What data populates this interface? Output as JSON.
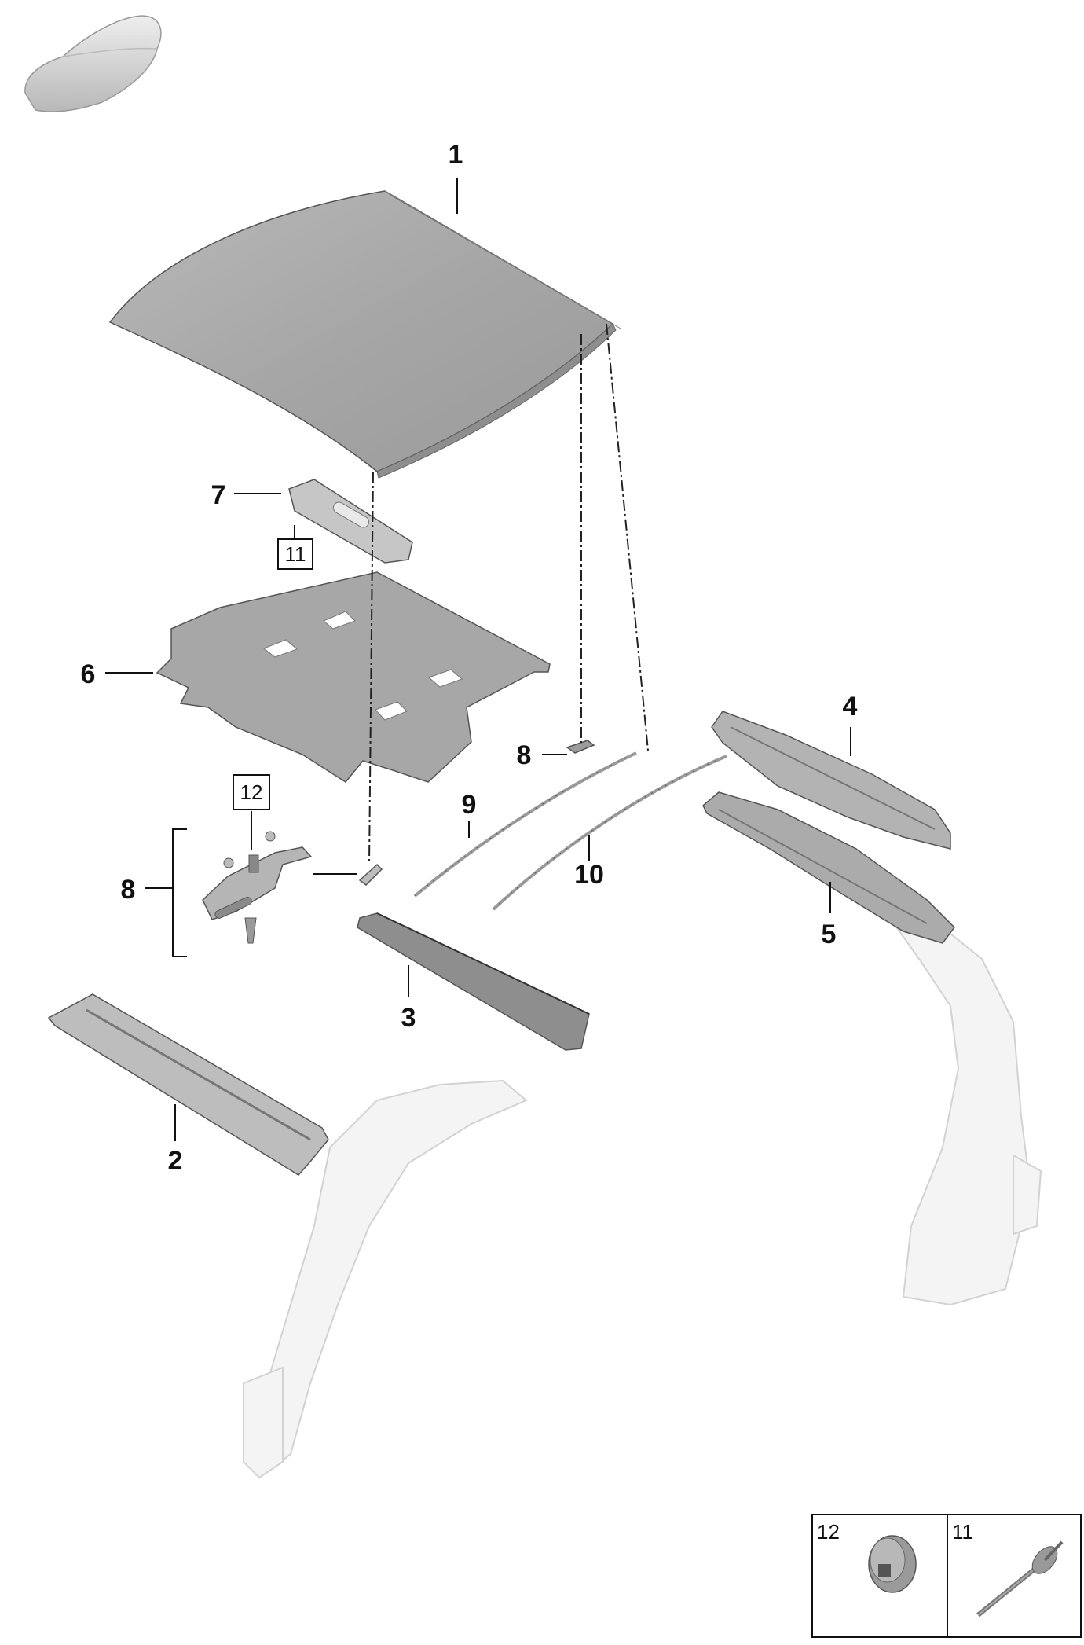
{
  "callouts": {
    "c1": "1",
    "c2": "2",
    "c3": "3",
    "c4": "4",
    "c5": "5",
    "c6": "6",
    "c7": "7",
    "c8a": "8",
    "c8b": "8",
    "c9": "9",
    "c10": "10"
  },
  "ref_boxes": {
    "b11": "11",
    "b12": "12"
  },
  "legend": {
    "l12": "12",
    "l11": "11"
  },
  "icons": [
    "car-thumbnail-icon",
    "nut-icon",
    "rivet-icon"
  ],
  "colors": {
    "part_fill": "#a9a9a9",
    "part_stroke": "#555555",
    "ghost_fill": "#f4f4f4"
  }
}
